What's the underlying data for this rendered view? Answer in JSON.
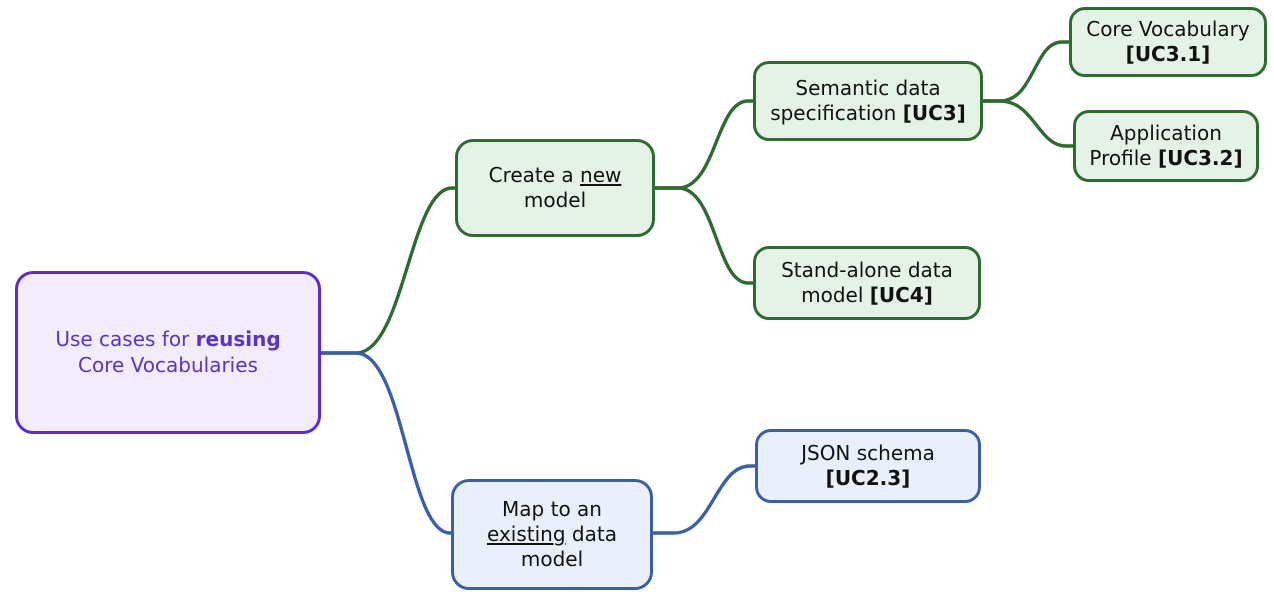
{
  "diagram": {
    "type": "mindmap",
    "title": "Use cases for reusing Core Vocabularies",
    "colors": {
      "root_border": "#5b2bd4",
      "root_fill": "#f2ecfd",
      "root_text": "#5b34c6",
      "green_border": "#2e6b30",
      "green_fill": "#e4f3e5",
      "blue_border": "#3a5fa8",
      "blue_fill": "#e9f0fb",
      "node_text": "#111111",
      "background": "#ffffff"
    },
    "nodes": {
      "root": {
        "line1_plain": "Use cases for ",
        "line1_bold": "reusing",
        "line2": "Core Vocabularies"
      },
      "create_new_model": {
        "line1_pre": "Create a ",
        "line1_underlined": "new",
        "line2": "model"
      },
      "semantic_data_specification": {
        "line1": "Semantic data",
        "line2_plain": "specification ",
        "line2_bold": "[UC3]"
      },
      "core_vocabulary": {
        "line1": "Core Vocabulary",
        "line2_bold": "[UC3.1]"
      },
      "application_profile": {
        "line1": "Application",
        "line2_plain": "Profile ",
        "line2_bold": "[UC3.2]"
      },
      "stand_alone_data_model": {
        "line1": "Stand-alone data",
        "line2_plain": "model ",
        "line2_bold": "[UC4]"
      },
      "map_existing_model": {
        "line1": "Map to an",
        "line2_underlined": "existing",
        "line2_post": " data",
        "line3": "model"
      },
      "json_schema": {
        "line1": "JSON schema",
        "line2_bold": "[UC2.3]"
      }
    },
    "edges": [
      {
        "from": "root",
        "to": "create_new_model",
        "color": "green"
      },
      {
        "from": "root",
        "to": "map_existing_model",
        "color": "blue"
      },
      {
        "from": "create_new_model",
        "to": "semantic_data_specification",
        "color": "green"
      },
      {
        "from": "create_new_model",
        "to": "stand_alone_data_model",
        "color": "green"
      },
      {
        "from": "semantic_data_specification",
        "to": "core_vocabulary",
        "color": "green"
      },
      {
        "from": "semantic_data_specification",
        "to": "application_profile",
        "color": "green"
      },
      {
        "from": "map_existing_model",
        "to": "json_schema",
        "color": "blue"
      }
    ]
  }
}
